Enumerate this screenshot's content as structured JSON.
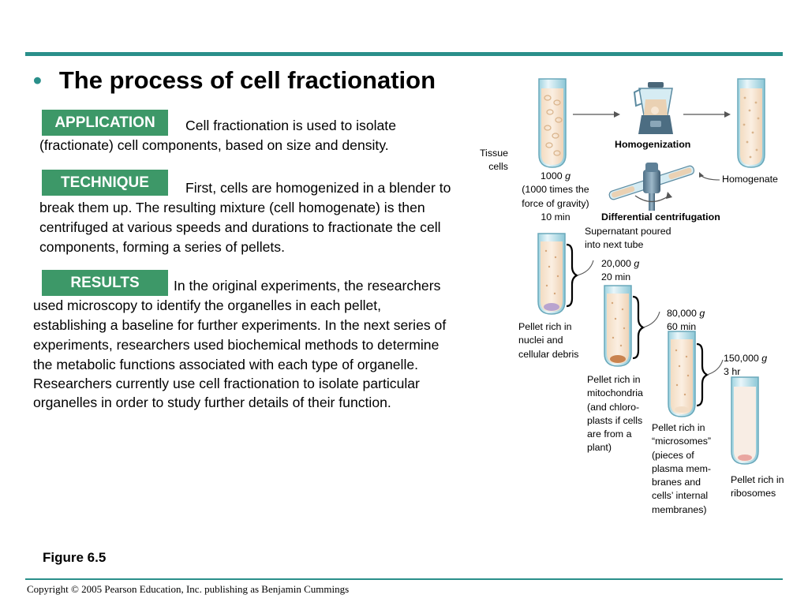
{
  "title": "The process of cell fractionation",
  "bullet": "•",
  "sections": {
    "application": {
      "badge": "APPLICATION",
      "lines": [
        "Cell fractionation is used to isolate",
        "(fractionate) cell components, based on size and density."
      ]
    },
    "technique": {
      "badge": "TECHNIQUE",
      "lines": [
        "First, cells are homogenized in a blender to",
        "break them up. The resulting mixture (cell homogenate) is then",
        "centrifuged at various speeds and durations to fractionate the cell",
        "components, forming a series of pellets."
      ]
    },
    "results": {
      "badge": "RESULTS",
      "lines": [
        "In the original experiments, the researchers",
        "used microscopy to identify the organelles in each pellet,",
        "establishing a baseline for further experiments. In the next series of",
        "experiments, researchers used biochemical methods to determine",
        "the metabolic functions associated with each type of organelle.",
        "Researchers currently use cell fractionation to isolate particular",
        "organelles in order to study further details of their function."
      ]
    }
  },
  "figure_label": "Figure 6.5",
  "copyright": "Copyright © 2005 Pearson Education, Inc. publishing as Benjamin Cummings",
  "diagram": {
    "tissue_cells": [
      "Tissue",
      "cells"
    ],
    "homogenization": "Homogenization",
    "homogenate": "Homogenate",
    "differential_centrifugation": "Differential centrifugation",
    "spin1": {
      "g": "1000",
      "g_unit": "g",
      "lines": [
        "(1000 times the",
        "force of gravity)",
        "10 min"
      ]
    },
    "supernatant": [
      "Supernatant poured",
      "into next tube"
    ],
    "spin2": {
      "g": "20,000",
      "g_unit": "g",
      "time": "20 min"
    },
    "spin3": {
      "g": "80,000",
      "g_unit": "g",
      "time": "60 min"
    },
    "spin4": {
      "g": "150,000",
      "g_unit": "g",
      "time": "3 hr"
    },
    "pellet1": [
      "Pellet rich in",
      "nuclei and",
      "cellular debris"
    ],
    "pellet2": [
      "Pellet rich in",
      "mitochondria",
      "(and chloro-",
      "plasts if cells",
      "are from a",
      "plant)"
    ],
    "pellet3": [
      "Pellet rich in",
      "“microsomes”",
      "(pieces of",
      "plasma mem-",
      "branes and",
      "cells’ internal",
      "membranes)"
    ],
    "pellet4": [
      "Pellet rich in",
      "ribosomes"
    ]
  },
  "colors": {
    "accent": "#2a8f8a",
    "badge": "#3d9868"
  }
}
